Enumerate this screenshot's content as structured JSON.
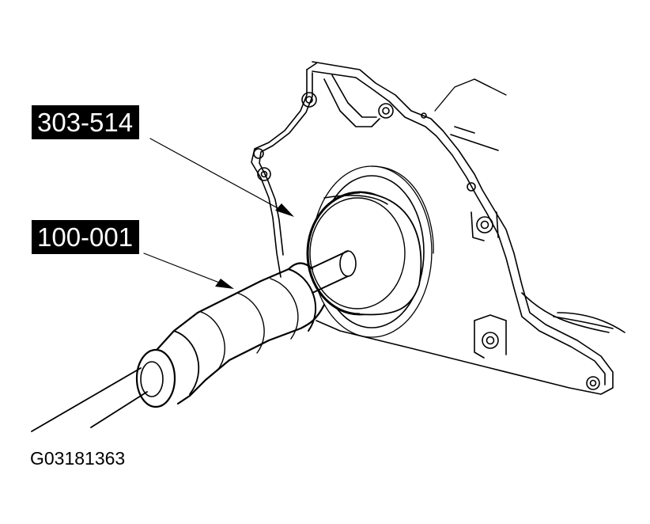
{
  "callouts": {
    "seal_tool": "303-514",
    "slide_hammer": "100-001"
  },
  "figure_id": "G03181363",
  "colors": {
    "line": "#000000",
    "background": "#ffffff",
    "label_bg": "#000000",
    "label_text": "#ffffff"
  }
}
